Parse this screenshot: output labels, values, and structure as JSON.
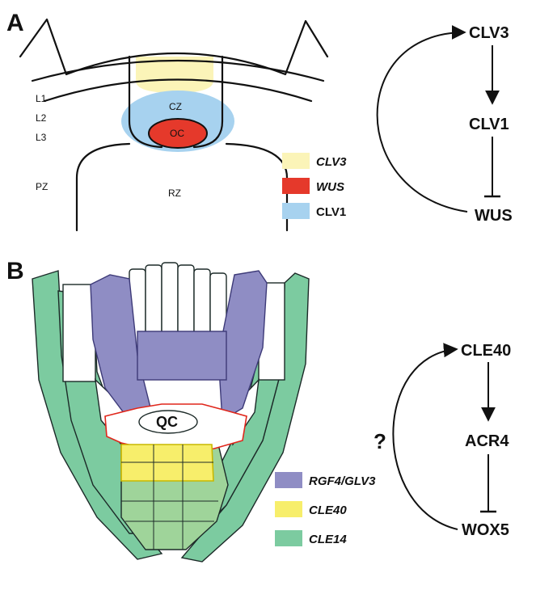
{
  "panel_a": {
    "label": "A",
    "layers": [
      "L1",
      "L2",
      "L3"
    ],
    "zones": {
      "cz": "CZ",
      "oc": "OC",
      "pz": "PZ",
      "rz": "RZ"
    },
    "legend": [
      {
        "label": "CLV3",
        "color": "#fbf4b8"
      },
      {
        "label": "WUS",
        "color": "#e5392b"
      },
      {
        "label": "CLV1",
        "color": "#a7d2ef"
      }
    ],
    "pathway": {
      "top": "CLV3",
      "middle": "CLV1",
      "bottom": "WUS"
    }
  },
  "panel_b": {
    "label": "B",
    "qc": "QC",
    "legend": [
      {
        "label": "RGF4/GLV3",
        "color": "#8f8dc4"
      },
      {
        "label": "CLE40",
        "color": "#f7ee6b"
      },
      {
        "label": "CLE14",
        "color": "#7ccba0"
      }
    ],
    "pathway": {
      "top": "CLE40",
      "middle": "ACR4",
      "bottom": "WOX5",
      "feedback": "?"
    }
  }
}
